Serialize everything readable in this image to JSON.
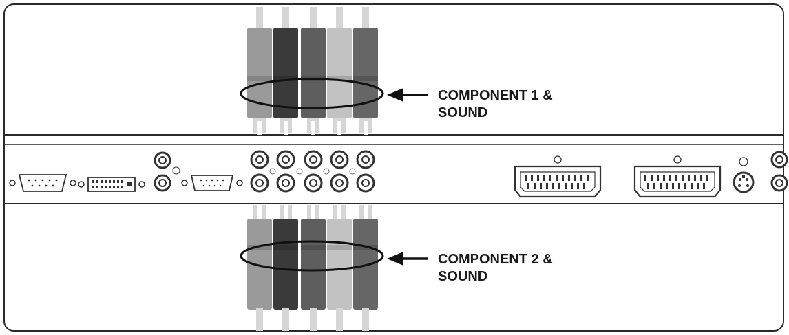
{
  "labels": {
    "top_line1": "COMPONENT 1 &",
    "top_line2": "SOUND",
    "bottom_line1": "COMPONENT 2 &",
    "bottom_line2": "SOUND"
  },
  "palette": {
    "frame": "#2a2a2a",
    "cable_shades": [
      "#9a9a9a",
      "#3a3a3a",
      "#5e5e5e",
      "#c2c2c2",
      "#666666"
    ],
    "cable_highlight": "#d6d6d6",
    "connector_fill": "#ffffff",
    "connector_stroke": "#333333"
  },
  "icons": {
    "vga_port": "d-sub-15-icon",
    "dvi_port": "dvi-port-icon",
    "rca_jack": "rca-jack-icon",
    "scart_port": "scart-21-pin-icon",
    "svideo_port": "s-video-icon",
    "arrow": "arrow-left-icon"
  }
}
